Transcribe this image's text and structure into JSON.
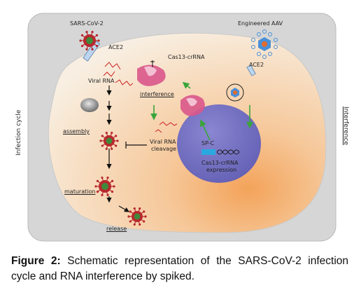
{
  "diagram": {
    "labels": {
      "sars_cov2": "SARS-CoV-2",
      "ace2_left": "ACE2",
      "engineered_aav": "Engineered AAV",
      "ace2_right": "ACE2",
      "viral_rna": "Viral RNA",
      "cas13_crrna": "Cas13-crRNA",
      "interference": "interference",
      "assembly": "assembly",
      "viral_rna_cleavage_line1": "Viral RNA",
      "viral_rna_cleavage_line2": "cleavage",
      "sp_c": "SP-C",
      "expression_line1": "Cas13-crRNA",
      "expression_line2": "expression",
      "maturation": "maturation",
      "release": "release",
      "infection_cycle": "Infection cycle",
      "interference_side": "Interference"
    },
    "colors": {
      "outer_box": "#d3d3d3",
      "cell": "#f6e3c8",
      "nucleus": "#7b78c4",
      "virus_spike": "#b8282e",
      "virus_core": "#3f8a3a",
      "cas13": "#d9568a",
      "green_arrow": "#3aa53a",
      "aav_blue": "#4a90d9"
    }
  },
  "caption": {
    "label": "Figure 2:",
    "text": "Schematic representation of the SARS-CoV-2 infection cycle and RNA interference by spiked."
  }
}
